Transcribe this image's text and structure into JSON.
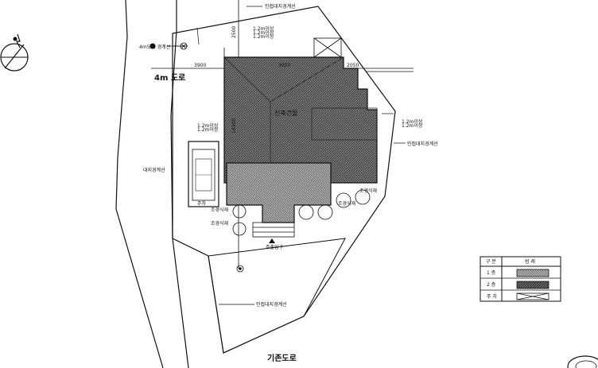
{
  "roads": {
    "left": "4m 도로",
    "bottom": "기존도로"
  },
  "building": {
    "label": "신축건물"
  },
  "dimensions": {
    "top_left": "3900",
    "top_mid": "3050",
    "top_right": "2050",
    "vertical_top": "2500",
    "vertical_mid": "14300"
  },
  "annotations": {
    "top_boundary": "인접대지경계선",
    "top_stack": [
      "1.2m이상",
      "1.2m이상",
      "1.2m이상"
    ],
    "left_top": "4m도로 경계선",
    "left_stack": [
      "1.2m이상",
      "1.2m이상"
    ],
    "left_boundary": "대지경계선",
    "right_stack": [
      "1.2m이상",
      "1.2m이상"
    ],
    "right_boundary": "인접대지경계선",
    "left_tree": [
      "조경식재",
      "조경식재"
    ],
    "bottom_tree": [
      "조경식재",
      "조경식재"
    ],
    "bottom_boundary": "인접대지경계선",
    "entrance": "주출입구",
    "parking": "주차"
  },
  "legend": {
    "header": [
      "구 분",
      "범 례"
    ],
    "rows": [
      "1 층",
      "2 층",
      "주 차"
    ],
    "swatch_colors": [
      "#9a9a9a",
      "#5e5e5e",
      "#ffffff"
    ]
  },
  "colors": {
    "line": "#111111",
    "hatch_dark": "#555555",
    "hatch_light": "#8a8a8a"
  }
}
